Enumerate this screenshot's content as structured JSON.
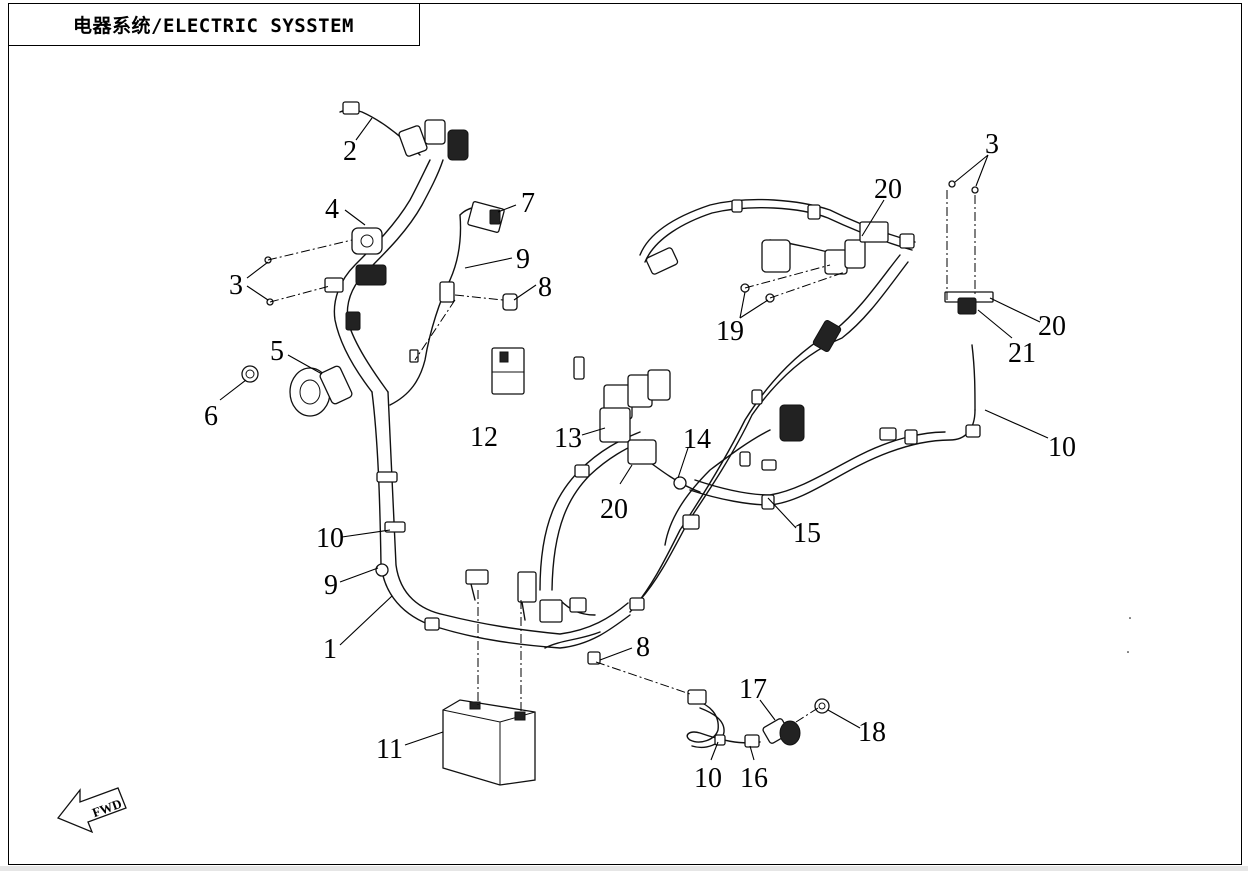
{
  "title": "电器系统/ELECTRIC SYSSTEM",
  "fwd_label": "FWD",
  "callouts": {
    "c1": "1",
    "c2": "2",
    "c3a": "3",
    "c3b": "3",
    "c4": "4",
    "c5": "5",
    "c6": "6",
    "c7": "7",
    "c8a": "8",
    "c8b": "8",
    "c9a": "9",
    "c9b": "9",
    "c10a": "10",
    "c10b": "10",
    "c10c": "10",
    "c11": "11",
    "c12": "12",
    "c13": "13",
    "c14": "14",
    "c15": "15",
    "c16": "16",
    "c17": "17",
    "c18": "18",
    "c19": "19",
    "c20a": "20",
    "c20b": "20",
    "c20c": "20",
    "c21": "21"
  },
  "colors": {
    "line": "#111111",
    "background": "#ffffff",
    "strip": "#e6e6e6"
  }
}
